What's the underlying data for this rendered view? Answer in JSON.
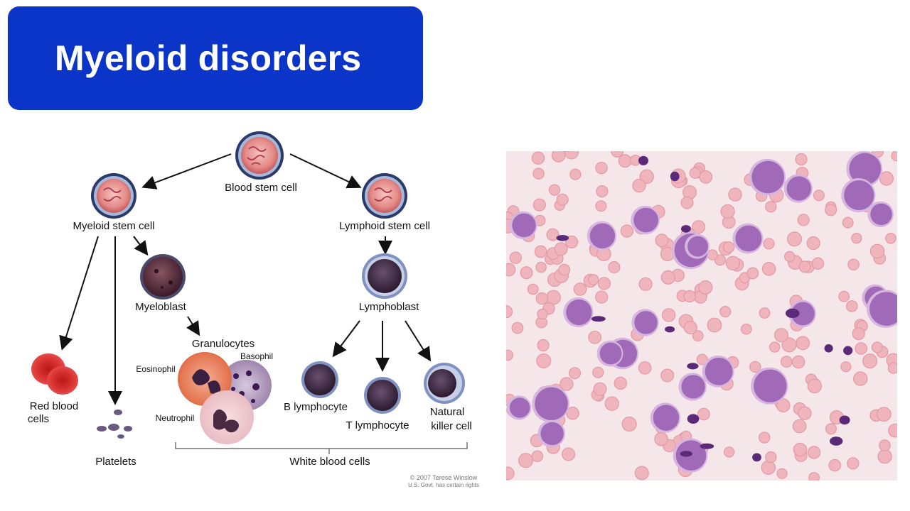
{
  "slide": {
    "title": "Myeloid disorders"
  },
  "diagram": {
    "nodes": {
      "blood_stem_cell": "Blood stem cell",
      "myeloid_stem_cell": "Myeloid stem cell",
      "lymphoid_stem_cell": "Lymphoid stem cell",
      "myeloblast": "Myeloblast",
      "lymphoblast": "Lymphoblast",
      "granulocytes": "Granulocytes",
      "eosinophil": "Eosinophil",
      "basophil": "Basophil",
      "neutrophil": "Neutrophil",
      "red_blood_cells_line1": "Red blood",
      "red_blood_cells_line2": "cells",
      "platelets": "Platelets",
      "b_lymphocyte": "B lymphocyte",
      "t_lymphocyte": "T lymphocyte",
      "nk_line1": "Natural",
      "nk_line2": "killer cell"
    },
    "group_label": "White blood cells",
    "credit_line1": "© 2007 Terese Winslow",
    "credit_line2": "U.S. Govt. has certain rights"
  },
  "colors": {
    "title_bg": "#0a35c8",
    "stem_cell": "#e07878",
    "dark_cell": "#4a2a40",
    "rbc": "#d42a2a"
  }
}
